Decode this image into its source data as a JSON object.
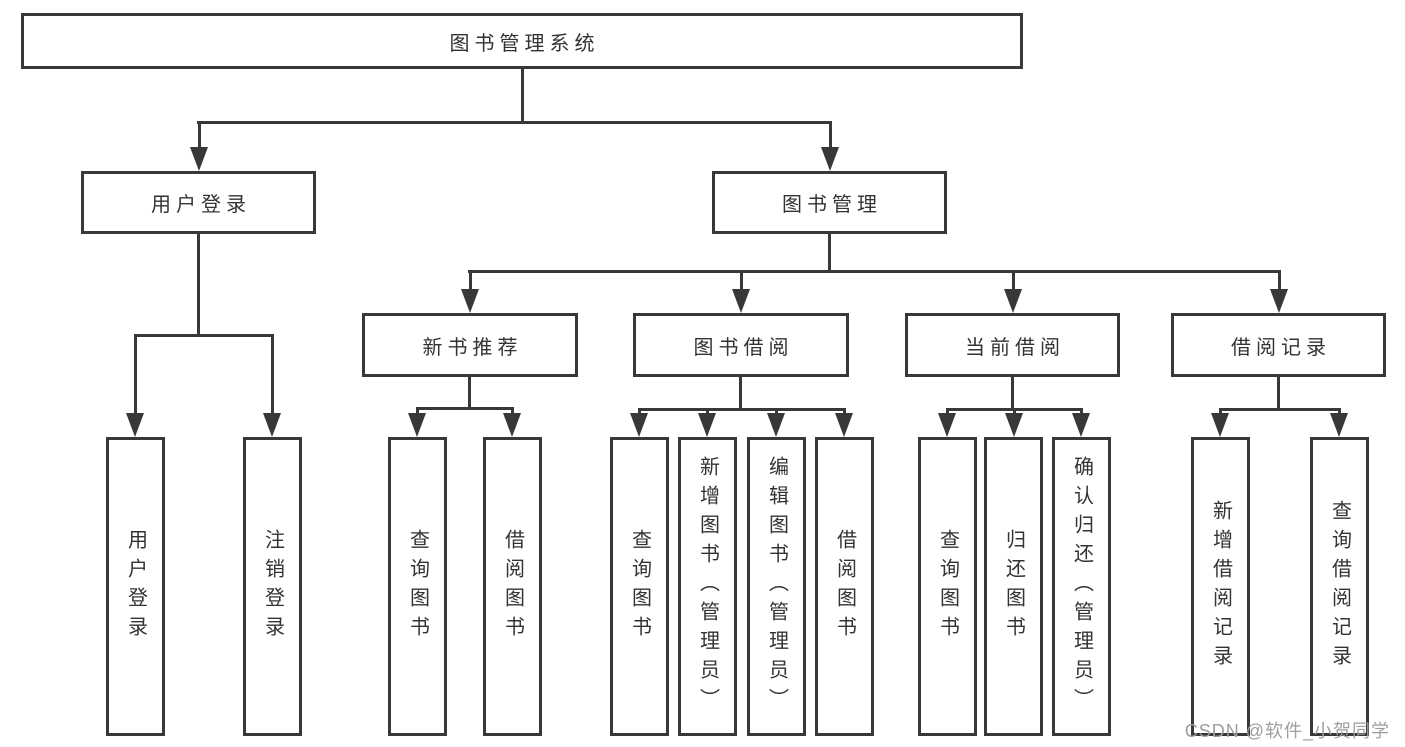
{
  "diagram": {
    "root": {
      "label": "图书管理系统"
    },
    "level2": [
      {
        "label": "用户登录"
      },
      {
        "label": "图书管理"
      }
    ],
    "level3": [
      {
        "label": "新书推荐"
      },
      {
        "label": "图书借阅"
      },
      {
        "label": "当前借阅"
      },
      {
        "label": "借阅记录"
      }
    ],
    "leaves": [
      {
        "label": "用户登录"
      },
      {
        "label": "注销登录"
      },
      {
        "label": "查询图书"
      },
      {
        "label": "借阅图书"
      },
      {
        "label": "查询图书"
      },
      {
        "label": "新增图书（管理员）"
      },
      {
        "label": "编辑图书（管理员）"
      },
      {
        "label": "借阅图书"
      },
      {
        "label": "查询图书"
      },
      {
        "label": "归还图书"
      },
      {
        "label": "确认归还（管理员）"
      },
      {
        "label": "新增借阅记录"
      },
      {
        "label": "查询借阅记录"
      }
    ],
    "colors": {
      "line": "#383838",
      "text": "#333333",
      "watermark": "#9e9e9e",
      "background": "#ffffff"
    }
  },
  "watermark": {
    "text": "CSDN @软件_小贺同学"
  }
}
